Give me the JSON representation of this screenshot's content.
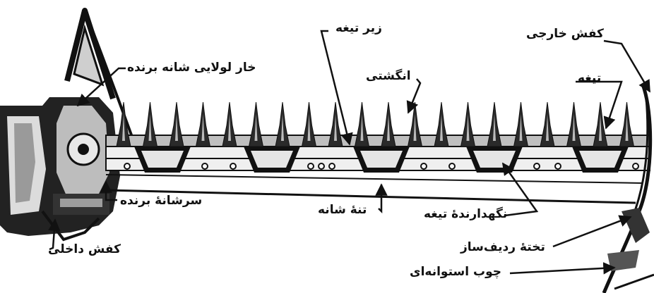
{
  "diagram": {
    "labels": {
      "outer_shoe": "کفش خارجی",
      "knife_back": "زیر تیغه",
      "hinge_pin": "خار لولایی شانه برنده",
      "guard": "انگشتی",
      "blade": "تیغه",
      "knife_head": "سرشانهٔ برنده",
      "cutter_bar": "تنهٔ شانه",
      "knife_clip": "نگهدارندهٔ تیغه",
      "inner_shoe": "کفش داخلی",
      "divider_board": "تختهٔ ردیف‌ساز",
      "pitman_stick": "چوب استوانه‌ای"
    }
  }
}
